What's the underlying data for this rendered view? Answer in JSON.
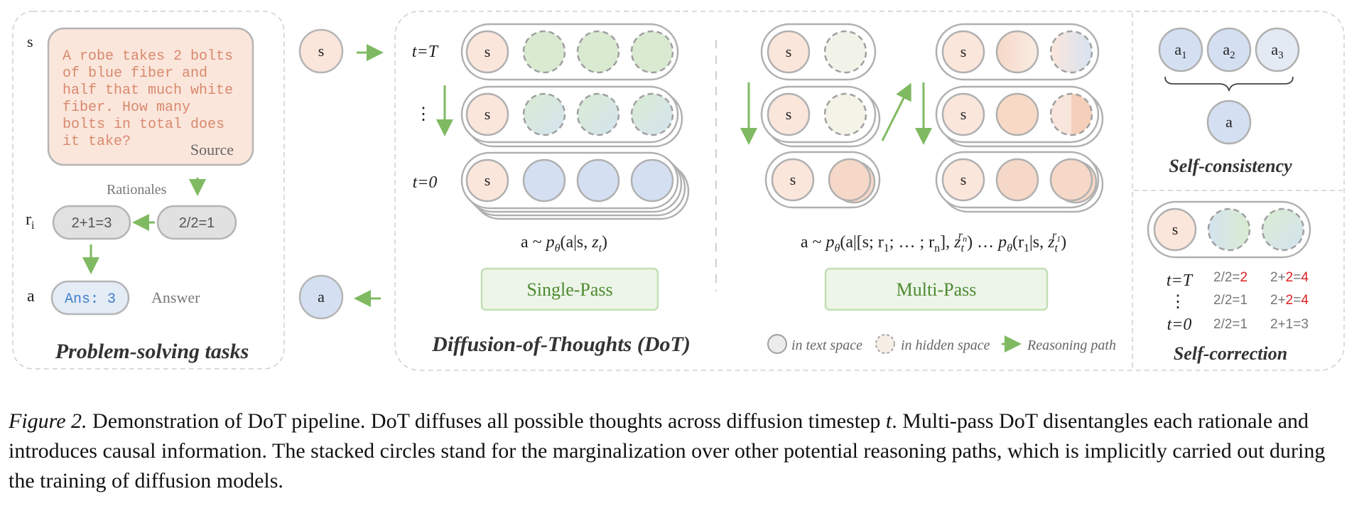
{
  "problem_panel": {
    "title": "Problem-solving tasks",
    "s_label": "s",
    "source_text_lines": [
      "A robe takes 2 bolts",
      "of blue fiber and",
      "half that much white",
      "fiber. How many",
      "bolts in total does",
      "it take?"
    ],
    "source_label": "Source",
    "rationales_label": "Rationales",
    "r_label_main": "r",
    "r_label_sub": "i",
    "rationale_1": "2+1=3",
    "rationale_2": "2/2=1",
    "a_label": "a",
    "answer_value": "Ans: 3",
    "answer_label": "Answer"
  },
  "io_nodes": {
    "input": "s",
    "output": "a"
  },
  "dot_panel": {
    "title": "Diffusion-of-Thoughts (DoT)",
    "t_top": "t=T",
    "t_mid": "⋮",
    "t_bottom": "t=0",
    "node_s": "s",
    "single_formula": {
      "lead": "a ~ ",
      "p": "p",
      "theta": "θ",
      "args": "(a|s, ",
      "z": "z",
      "sub": "t",
      "close": ")"
    },
    "multi_formula": {
      "lead": "a ~ ",
      "p": "p",
      "theta": "θ",
      "part1": "(a|[s; r",
      "sub1": "1",
      "part2": "; … ; r",
      "subn": "n",
      "part3": "], ",
      "z": "z",
      "zsub": "t",
      "zsup1": "r",
      "zsup1sub": "n",
      "mid": ") … ",
      "part4": "(r",
      "part4sub": "1",
      "part5": "|s, ",
      "zsup2": "r",
      "zsup2sub": "1",
      "close": ")"
    },
    "single_pass_label": "Single-Pass",
    "multi_pass_label": "Multi-Pass",
    "legend": {
      "text_space": "in text space",
      "hidden_space": "in hidden space",
      "reasoning_path": "Reasoning path"
    }
  },
  "right_panel": {
    "consistency": {
      "a1_main": "a",
      "a1_sub": "1",
      "a2_main": "a",
      "a2_sub": "2",
      "a3_main": "a",
      "a3_sub": "3",
      "result": "a",
      "title": "Self-consistency"
    },
    "correction": {
      "node_s": "s",
      "rows": [
        {
          "t": "t=T",
          "c1_pre": "2/2=",
          "c1_red": "2",
          "c2_pre": "2+",
          "c2_red1": "2",
          "c2_mid": "=",
          "c2_red2": "4"
        },
        {
          "t": "⋮",
          "c1_pre": "2/2=1",
          "c1_red": "",
          "c2_pre": "2+",
          "c2_red1": "2",
          "c2_mid": "=",
          "c2_red2": "4"
        },
        {
          "t": "t=0",
          "c1_pre": "2/2=1",
          "c1_red": "",
          "c2_pre": "2+1=3",
          "c2_red1": "",
          "c2_mid": "",
          "c2_red2": ""
        }
      ],
      "title": "Self-correction"
    }
  },
  "caption": {
    "label": "Figure 2.",
    "text": " Demonstration of DoT pipeline. DoT diffuses all possible thoughts across diffusion timestep ",
    "t": "t",
    "text2": ". Multi-pass DoT disentangles each rationale and introduces causal information. The stacked circles stand for the marginalization over other potential reasoning paths, which is implicitly carried out during the training of diffusion models."
  },
  "colors": {
    "green": "#7fba62",
    "peach": "#fbe6dc",
    "peach_dark": "#f6cdb6",
    "blue": "#d4e0f1",
    "green_fill": "#d9ead1",
    "grey_fill": "#e1e1e1",
    "red": "#e02020",
    "answer_blue": "#3f7ec9",
    "source_text": "#d8896d",
    "panel_border": "#cfcfcf"
  }
}
